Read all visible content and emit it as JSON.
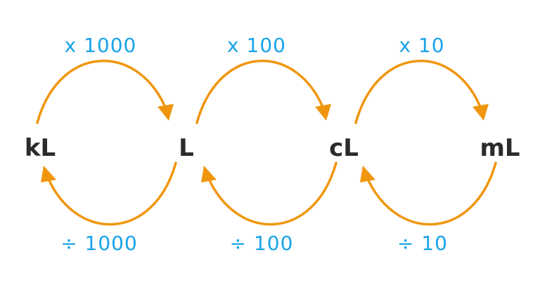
{
  "units": [
    "kL",
    "L",
    "cL",
    "mL"
  ],
  "multiply_labels": [
    "x 1000",
    "x 100",
    "x 10"
  ],
  "divide_labels": [
    "÷ 1000",
    "÷ 100",
    "÷ 10"
  ],
  "colors": {
    "arrow": "#f0960e",
    "operator_text": "#1aa3e8",
    "unit_text": "#2b2b2b",
    "background": "#ffffff"
  }
}
